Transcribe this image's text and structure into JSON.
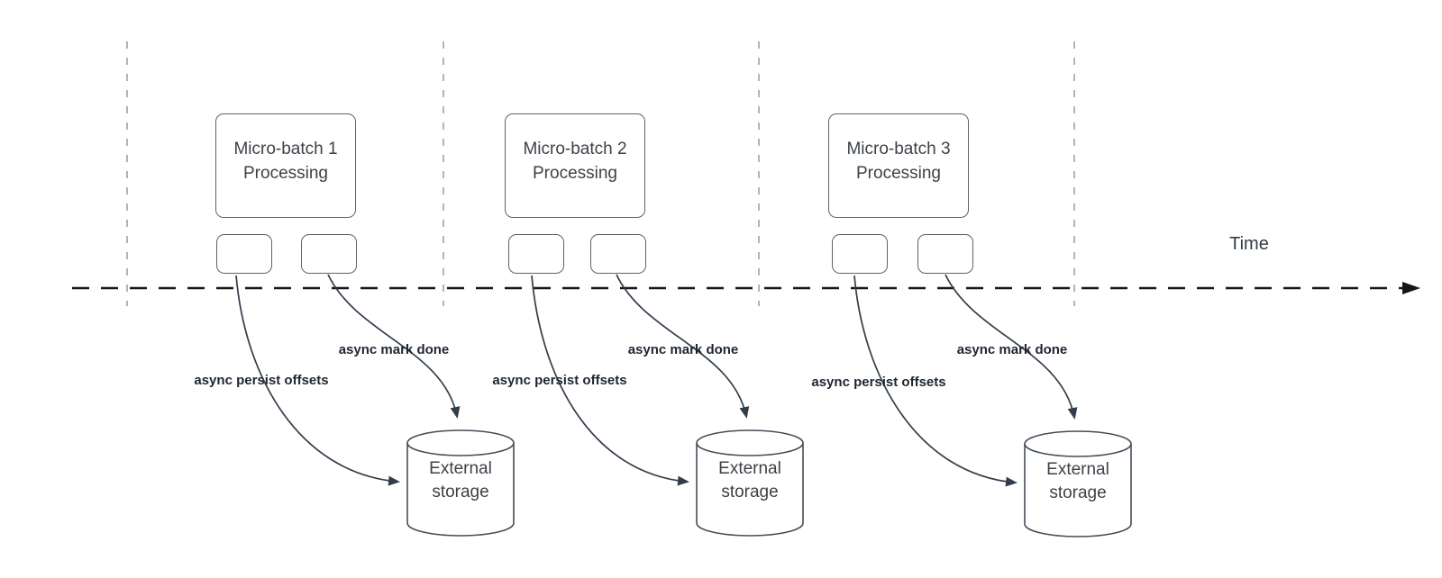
{
  "diagram": {
    "time_label": "Time",
    "columns": [
      {
        "title_line1": "Micro-batch 1",
        "title_line2": "Processing",
        "persist_label": "async persist offsets",
        "mark_done_label": "async mark done",
        "storage_line1": "External",
        "storage_line2": "storage"
      },
      {
        "title_line1": "Micro-batch 2",
        "title_line2": "Processing",
        "persist_label": "async persist offsets",
        "mark_done_label": "async mark done",
        "storage_line1": "External",
        "storage_line2": "storage"
      },
      {
        "title_line1": "Micro-batch 3",
        "title_line2": "Processing",
        "persist_label": "async persist offsets",
        "mark_done_label": "async mark done",
        "storage_line1": "External",
        "storage_line2": "storage"
      }
    ],
    "colors": {
      "box_border": "#5d636b",
      "box_text": "#3d4248",
      "curve_stroke": "#333d49",
      "label_text": "#1e2633",
      "timeline_stroke": "#161616",
      "guide_stroke": "#9c9c9c"
    }
  }
}
